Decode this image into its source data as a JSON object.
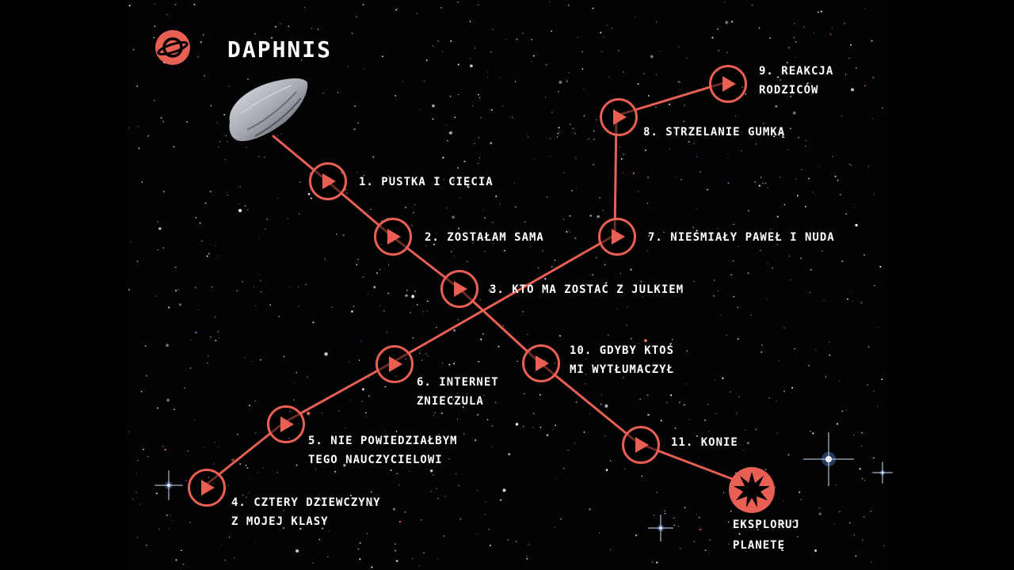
{
  "app": {
    "title": "DAPHNIS",
    "planet_icon": "planet-ringed-icon",
    "asteroid_image": "asteroid-image"
  },
  "colors": {
    "accent": "#e85f54",
    "background": "#030305",
    "text": "#ffffff"
  },
  "episodes": [
    {
      "id": 1,
      "l1": "1. PUSTKA I CIĘCIA",
      "l2": ""
    },
    {
      "id": 2,
      "l1": "2. ZOSTAŁAM SAMA",
      "l2": ""
    },
    {
      "id": 3,
      "l1": "3. KTO MA ZOSTAĆ Z JULKIEM",
      "l2": ""
    },
    {
      "id": 4,
      "l1": "4. CZTERY DZIEWCZYNY",
      "l2": "Z MOJEJ KLASY"
    },
    {
      "id": 5,
      "l1": "5. NIE POWIEDZIAŁBYM",
      "l2": "TEGO NAUCZYCIELOWI"
    },
    {
      "id": 6,
      "l1": "6. INTERNET",
      "l2": "ZNIECZULA"
    },
    {
      "id": 7,
      "l1": "7. NIEŚMIAŁY PAWEŁ I NUDA",
      "l2": ""
    },
    {
      "id": 8,
      "l1": "8. STRZELANIE GUMKĄ",
      "l2": ""
    },
    {
      "id": 9,
      "l1": "9. REAKCJA",
      "l2": "RODZICÓW"
    },
    {
      "id": 10,
      "l1": "10. GDYBY KTOŚ",
      "l2": "MI WYTŁUMACZYŁ"
    },
    {
      "id": 11,
      "l1": "11. KONIE",
      "l2": ""
    }
  ],
  "explore": {
    "l1": "EKSPLORUJ",
    "l2": "PLANETĘ",
    "icon": "star-burst-icon"
  }
}
